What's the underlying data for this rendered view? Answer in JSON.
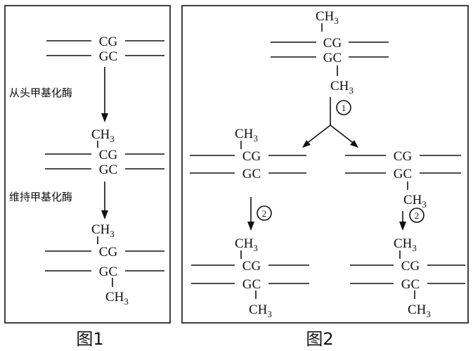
{
  "figure1": {
    "caption": "图1",
    "enzyme_denovo": "从头甲基化酶",
    "enzyme_maintenance": "维持甲基化酶"
  },
  "figure2": {
    "caption": "图2",
    "step1": "①",
    "step2": "②"
  },
  "bases": {
    "top": "CG",
    "bottom": "GC"
  },
  "methyl": {
    "main": "CH",
    "sub": "3"
  }
}
